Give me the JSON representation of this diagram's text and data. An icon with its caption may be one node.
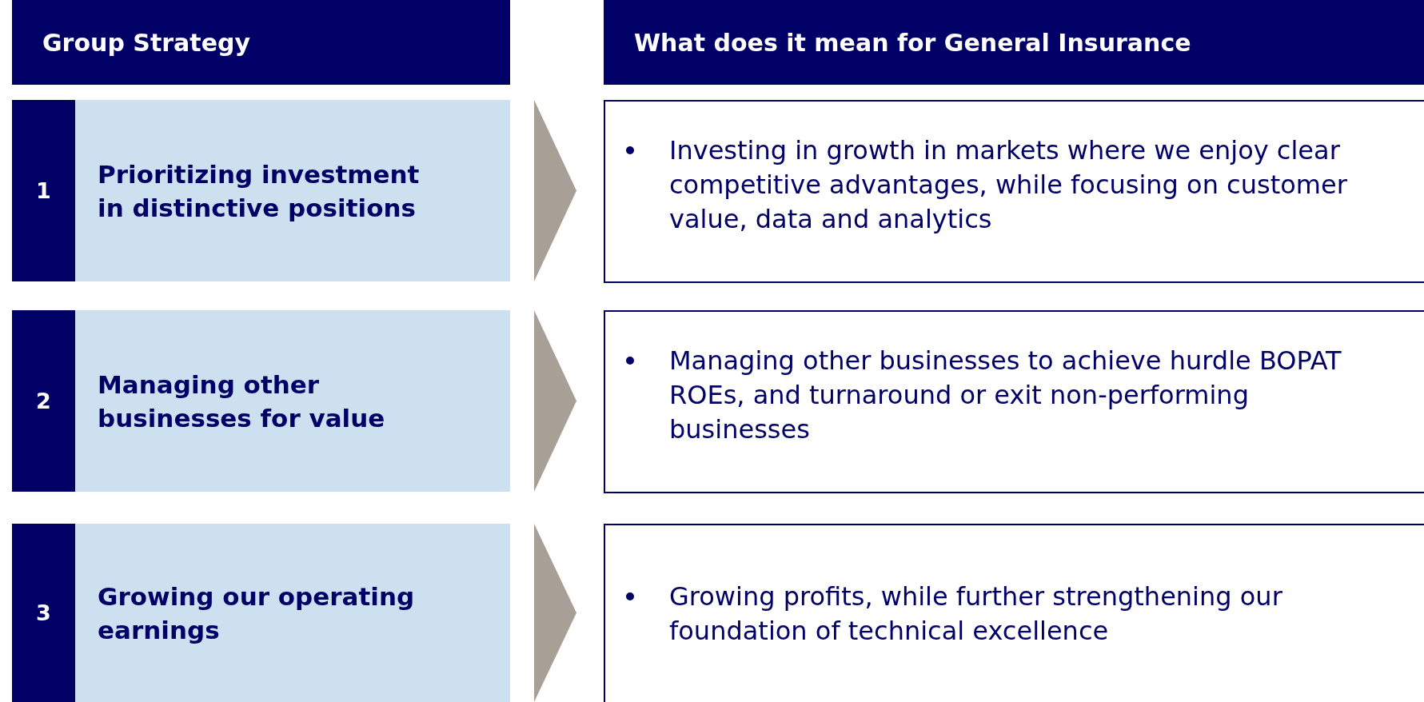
{
  "diagram": {
    "nodes": [
      {
        "text": [
          "Group Strategy"
        ]
      },
      {
        "text": [
          "What does it mean for General Insurance"
        ]
      },
      {
        "text": [
          "1",
          "Prioritizing investment in distinctive positions"
        ]
      },
      {
        "text": [
          "Investing in growth in markets where we enjoy clear competitive advantages, while focusing on customer value, data and analytics"
        ]
      },
      {
        "text": [
          "2",
          "Managing other businesses for value"
        ]
      },
      {
        "text": [
          "Managing other businesses to achieve hurdle BOPAT ROEs, and turnaround or exit non-performing businesses"
        ]
      },
      {
        "text": [
          "3",
          "Growing our operating earnings"
        ]
      },
      {
        "text": [
          "Growing profits, while further strengthening our foundation of technical excellence"
        ]
      }
    ],
    "edges": [
      {
        "from": 2,
        "to": 3,
        "arrow": "to"
      },
      {
        "from": 4,
        "to": 5,
        "arrow": "to"
      },
      {
        "from": 6,
        "to": 7,
        "arrow": "to"
      }
    ]
  }
}
